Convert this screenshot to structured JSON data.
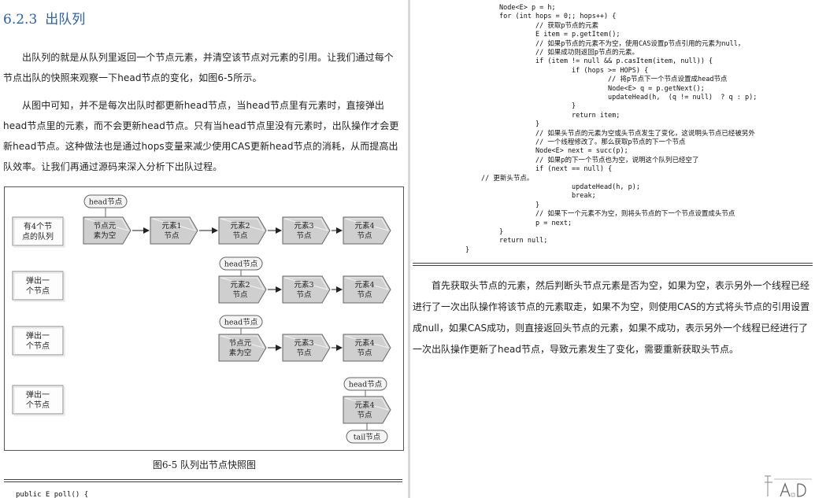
{
  "left": {
    "section_number": "6.2.3",
    "section_title": "出队列",
    "paragraph1": "出队列的就是从队列里返回一个节点元素，并清空该节点对元素的引用。让我们通过每个节点出队的快照来观察一下head节点的变化，如图6-5所示。",
    "paragraph2": "从图中可知，并不是每次出队时都更新head节点，当head节点里有元素时，直接弹出head节点里的元素，而不会更新head节点。只有当head节点里没有元素时，出队操作才会更新head节点。这种做法也是通过hops变量来减少使用CAS更新head节点的消耗，从而提高出队效率。让我们再通过源码来深入分析下出队过程。",
    "figure": {
      "caption": "图6-5  队列出节点快照图",
      "head_label": "head节点",
      "tail_label": "tail节点",
      "step_labels": [
        "有4个节点的队列",
        "弹出一个节点",
        "弹出一个节点",
        "弹出一个节点"
      ],
      "row1": [
        "节点元素为空",
        "元素1节点",
        "元素2节点",
        "元素3节点",
        "元素4节点"
      ],
      "row2": [
        "元素2节点",
        "元素3节点",
        "元素4节点"
      ],
      "row3": [
        "节点元素为空",
        "元素3节点",
        "元素4节点"
      ],
      "row4": [
        "元素4节点"
      ]
    },
    "code_start": "public E poll() {"
  },
  "right": {
    "code_lines": [
      {
        "indent": 0,
        "text": "Node<E> p = h;"
      },
      {
        "indent": 0,
        "text": "for (int hops = 0;; hops++) {"
      },
      {
        "indent": 1,
        "text": "// 获取p节点的元素"
      },
      {
        "indent": 1,
        "text": "E item = p.getItem();"
      },
      {
        "indent": 1,
        "text": "// 如果p节点的元素不为空，使用CAS设置p节点引用的元素为null，"
      },
      {
        "indent": 1,
        "text": "// 如果成功则返回p节点的元素。"
      },
      {
        "indent": 1,
        "text": "if (item != null && p.casItem(item, null)) {"
      },
      {
        "indent": 2,
        "text": "if (hops >= HOPS) {"
      },
      {
        "indent": 3,
        "text": "// 将p节点下一个节点设置成head节点"
      },
      {
        "indent": 3,
        "text": "Node<E> q = p.getNext();"
      },
      {
        "indent": 3,
        "text": "updateHead(h,  (q != null)  ? q : p);"
      },
      {
        "indent": 2,
        "text": "}"
      },
      {
        "indent": 2,
        "text": "return item;"
      },
      {
        "indent": 1,
        "text": "}"
      },
      {
        "indent": 1,
        "text": "// 如果头节点的元素为空或头节点发生了变化，这说明头节点已经被另外"
      },
      {
        "indent": 1,
        "text": "// 一个线程修改了。那么获取p节点的下一个节点"
      },
      {
        "indent": 1,
        "text": "Node<E> next = succ(p);"
      },
      {
        "indent": 1,
        "text": "// 如果p的下一个节点也为空，说明这个队列已经空了"
      },
      {
        "indent": 1,
        "text": "if (next == null) {"
      },
      {
        "indent": -1,
        "text": "// 更新头节点。"
      },
      {
        "indent": 2,
        "text": "updateHead(h, p);"
      },
      {
        "indent": 2,
        "text": "break;"
      },
      {
        "indent": 1,
        "text": "}"
      },
      {
        "indent": 1,
        "text": "// 如果下一个元素不为空，则将头节点的下一个节点设置成头节点"
      },
      {
        "indent": 1,
        "text": "p = next;"
      },
      {
        "indent": 0,
        "text": "}"
      },
      {
        "indent": 0,
        "text": "return null;"
      },
      {
        "indent": -2,
        "text": "}"
      }
    ],
    "paragraph": "首先获取头节点的元素，然后判断头节点元素是否为空，如果为空，表示另外一个线程已经进行了一次出队操作将该节点的元素取走，如果不为空，则使用CAS的方式将头节点的引用设置成null，如果CAS成功，则直接返回头节点的元素，如果不成功，表示另外一个线程已经进行了一次出队操作更新了head节点，导致元素发生了变化，需要重新获取头节点。"
  },
  "colors": {
    "heading": "#2a62b0",
    "node_fill": "#cfcfcf",
    "node_stroke": "#666666"
  }
}
